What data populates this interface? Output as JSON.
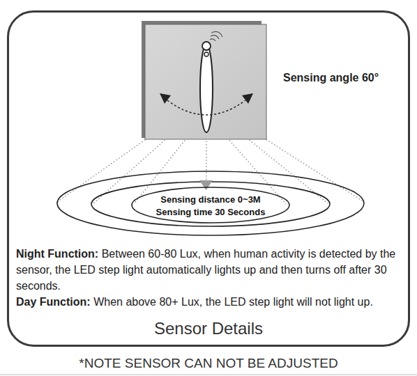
{
  "diagram": {
    "nodes": [
      {
        "text": [
          "Night Function:",
          "Between 60-80 Lux, when human activity is detected by the sensor, the LED step light automatically lights up and then turns off after 30 seconds.",
          "Day Function:",
          "When above 80+ Lux, the LED step light will not light up.",
          "Sensor Details"
        ]
      },
      {
        "text": [
          "Sensing distance 0~3M",
          "Sensing time 30 Seconds"
        ],
        "in": 0
      }
    ],
    "labels": [
      "Sensing angle 60°",
      "*NOTE SENSOR CAN NOT BE ADJUSTED"
    ]
  }
}
